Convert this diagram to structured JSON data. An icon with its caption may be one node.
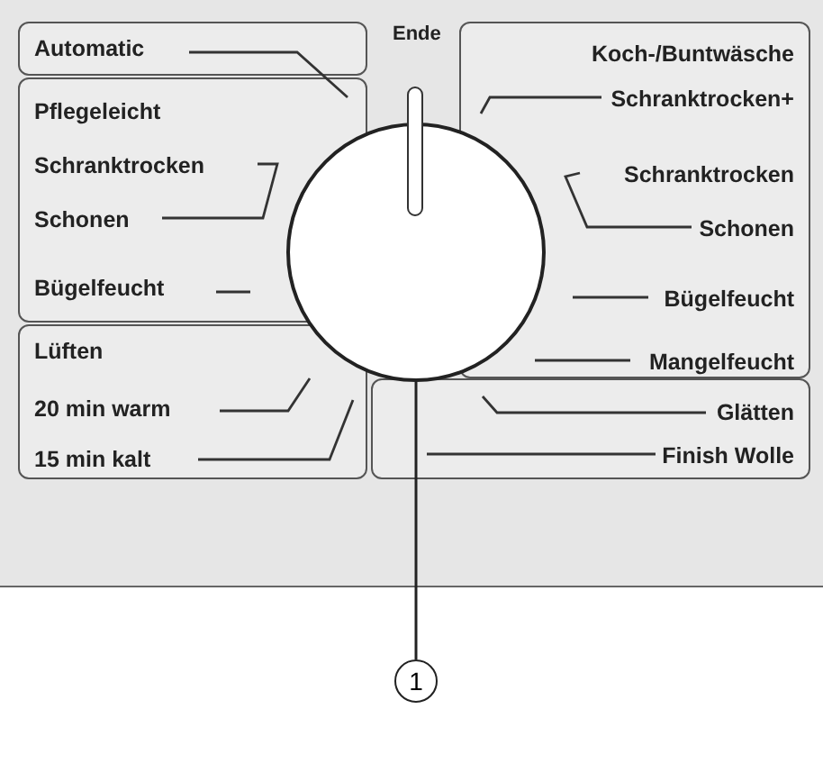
{
  "diagram": {
    "nodes": [
      {
        "text": [
          "Automatic"
        ]
      },
      {
        "text": [
          "Pflegeleicht"
        ]
      },
      {
        "text": [
          "Schranktrocken"
        ],
        "in": 1
      },
      {
        "text": [
          "Schonen"
        ],
        "in": 1
      },
      {
        "text": [
          "Bügelfeucht"
        ],
        "in": 1
      },
      {
        "text": [
          "Lüften"
        ]
      },
      {
        "text": [
          "20 min warm"
        ],
        "in": 5
      },
      {
        "text": [
          "15 min kalt"
        ],
        "in": 5
      },
      {
        "text": [
          "Koch-/Buntwäsche"
        ]
      },
      {
        "text": [
          "Schranktrocken+"
        ],
        "in": 8
      },
      {
        "text": [
          "Schranktrocken"
        ],
        "in": 8
      },
      {
        "text": [
          "Schonen"
        ],
        "in": 8
      },
      {
        "text": [
          "Bügelfeucht"
        ],
        "in": 8
      },
      {
        "text": [
          "Mangelfeucht"
        ],
        "in": 8
      },
      {
        "text": [],
        "shape": "box"
      },
      {
        "text": [
          "Glätten"
        ],
        "in": 14
      },
      {
        "text": [
          "Finish Wolle"
        ],
        "in": 14
      },
      {
        "text": [],
        "shape": "circle"
      },
      {
        "text": [
          "1"
        ]
      }
    ],
    "edges": [
      {
        "from": 18,
        "to": 17,
        "arrow": "none"
      }
    ],
    "labels": [
      "Ende"
    ]
  }
}
